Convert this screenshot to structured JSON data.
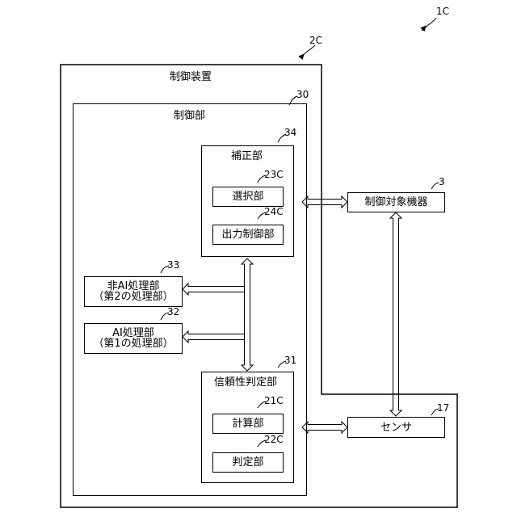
{
  "figure": {
    "ref_system": "1C",
    "control_device": {
      "label": "制御装置",
      "ref": "2C"
    },
    "control_unit": {
      "label": "制御部",
      "ref": "30"
    },
    "correction_unit": {
      "label": "補正部",
      "ref": "34",
      "children": [
        {
          "label": "選択部",
          "ref": "23C"
        },
        {
          "label": "出力制御部",
          "ref": "24C"
        }
      ]
    },
    "reliability_unit": {
      "label": "信頼性判定部",
      "ref": "31",
      "children": [
        {
          "label": "計算部",
          "ref": "21C"
        },
        {
          "label": "判定部",
          "ref": "22C"
        }
      ]
    },
    "non_ai_unit": {
      "line1": "非AI処理部",
      "line2": "（第2の処理部）",
      "ref": "33"
    },
    "ai_unit": {
      "line1": "AI処理部",
      "line2": "（第1の処理部）",
      "ref": "32"
    },
    "controlled_device": {
      "label": "制御対象機器",
      "ref": "3"
    },
    "sensor": {
      "label": "センサ",
      "ref": "17"
    }
  }
}
